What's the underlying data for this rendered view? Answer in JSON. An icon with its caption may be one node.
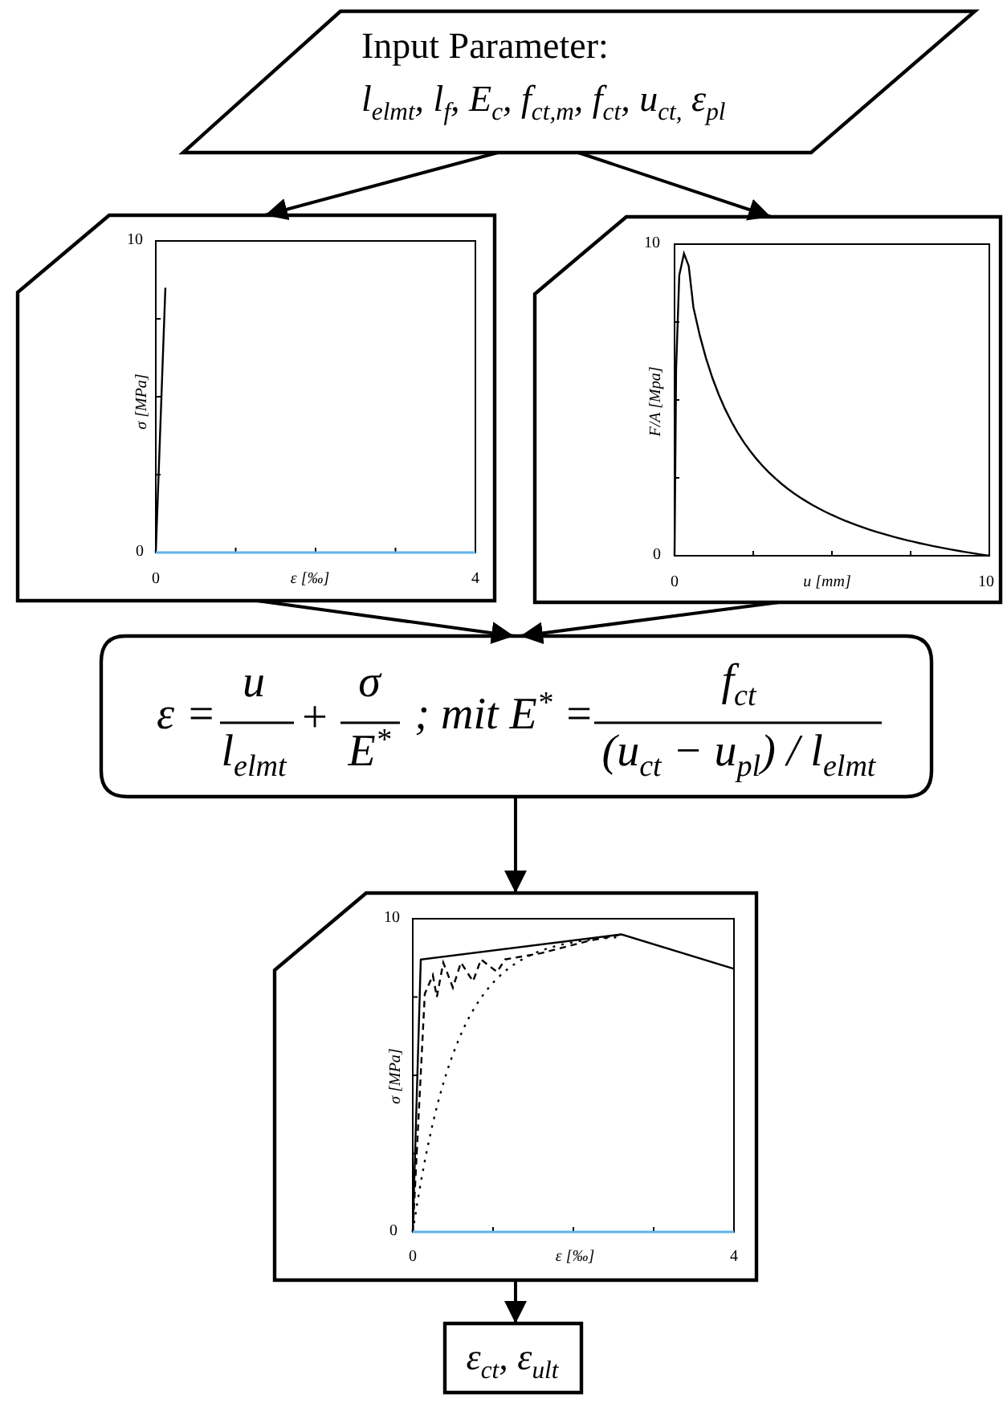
{
  "diagram": {
    "nodes": [
      {
        "text": [
          "Input Parameter:",
          "l$_{elmt}$, l$_{f}$, E$_{c}$, f$_{ct,m}$, f$_{ct}$, u$_{ct,}$ ε$_{pl}$"
        ]
      },
      {
        "text": [],
        "shape": "box"
      },
      {
        "text": [],
        "shape": "box"
      },
      {
        "text": [
          "ε =",
          "u",
          "l$_{elmt}$",
          "+",
          "σ",
          "E$^{*}$",
          "; mit E$^{*}$ =",
          "f$_{ct}$",
          "(u$_{ct}$ − u$_{pl}$) / l$_{elmt}$"
        ]
      },
      {
        "text": [],
        "shape": "box"
      },
      {
        "text": [
          "ε$_{ct}$, ε$_{ult}$"
        ]
      }
    ],
    "edges": [
      {
        "from": 0,
        "to": 1,
        "arrow": "to"
      },
      {
        "from": 0,
        "to": 2,
        "arrow": "to"
      },
      {
        "from": 1,
        "to": 3,
        "arrow": "to"
      },
      {
        "from": 2,
        "to": 3,
        "arrow": "to"
      },
      {
        "from": 3,
        "to": 4,
        "arrow": "to"
      },
      {
        "from": 4,
        "to": 5,
        "arrow": "to"
      }
    ],
    "labels": [
      "10",
      "σ [MPa]",
      "0",
      "0",
      "ε [‰]",
      "4",
      "10",
      "F/A [Mpa]",
      "0",
      "0",
      "u [mm]",
      "10",
      "10",
      "σ [MPa]",
      "0",
      "0",
      "ε [‰]",
      "4"
    ]
  }
}
